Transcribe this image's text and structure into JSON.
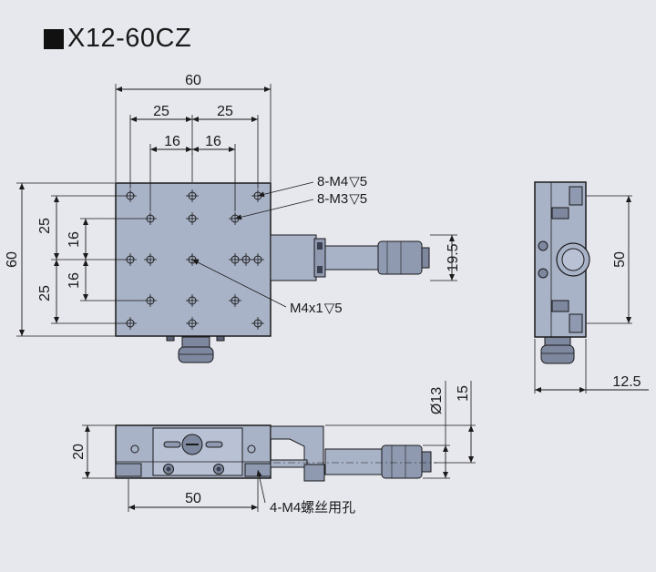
{
  "title": "X12-60CZ",
  "dims": {
    "top_60": "60",
    "top_25_left": "25",
    "top_25_right": "25",
    "top_16_left": "16",
    "top_16_right": "16",
    "left_60": "60",
    "left_25_top": "25",
    "left_16_top": "16",
    "left_16_bottom": "16",
    "left_25_bottom": "25",
    "right_19_5": "19.5",
    "side_50": "50",
    "side_12_5": "12.5",
    "front_20": "20",
    "front_50": "50",
    "front_d13": "Ø13",
    "front_15": "15"
  },
  "callouts": {
    "m4_holes": "8-M4",
    "m4_depth": "5",
    "m3_holes": "8-M3",
    "m3_depth": "5",
    "center_hole": "M4x1",
    "center_depth": "5",
    "mount_holes": "4-M4螺丝用孔"
  },
  "colors": {
    "background": "#e6e8ee",
    "body_fill": "#a9b3c8",
    "body_dark": "#8f99b0",
    "line": "#1a1a1a"
  }
}
